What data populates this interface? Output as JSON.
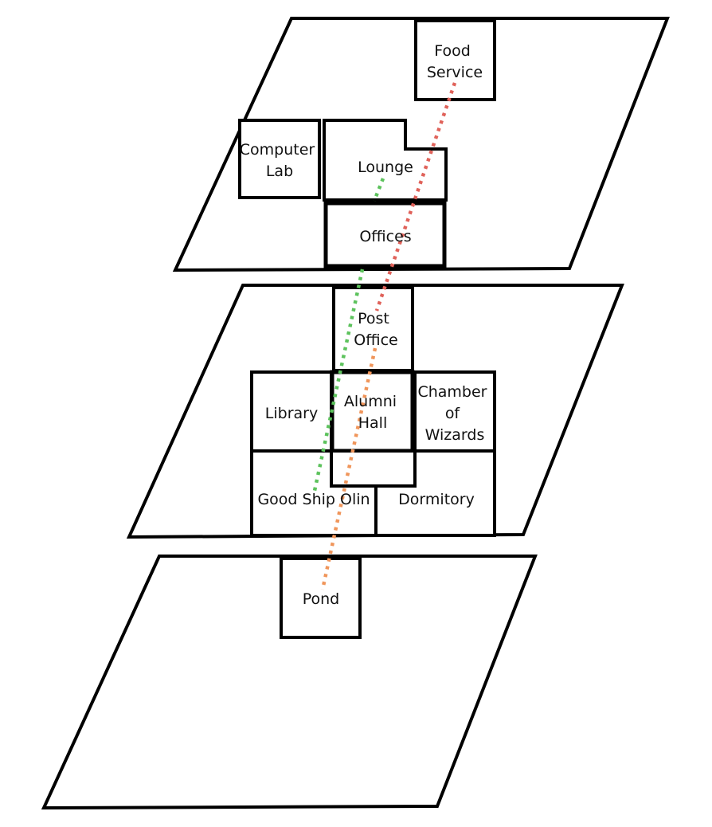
{
  "rooms": {
    "food_service": [
      "Food",
      "Service"
    ],
    "computer_lab": [
      "Computer",
      "Lab"
    ],
    "lounge": [
      "Lounge"
    ],
    "offices": [
      "Offices"
    ],
    "post_office": [
      "Post",
      "Office"
    ],
    "library": [
      "Library"
    ],
    "alumni_hall": [
      "Alumni",
      "Hall"
    ],
    "chamber_of_wizards": [
      "Chamber",
      "of",
      "Wizards"
    ],
    "good_ship_olin": [
      "Good Ship Olin"
    ],
    "dormitory": [
      "Dormitory"
    ],
    "pond": [
      "Pond"
    ]
  },
  "paths": {
    "green": "#5cc25c",
    "red": "#e0625a",
    "orange": "#f0955a"
  }
}
